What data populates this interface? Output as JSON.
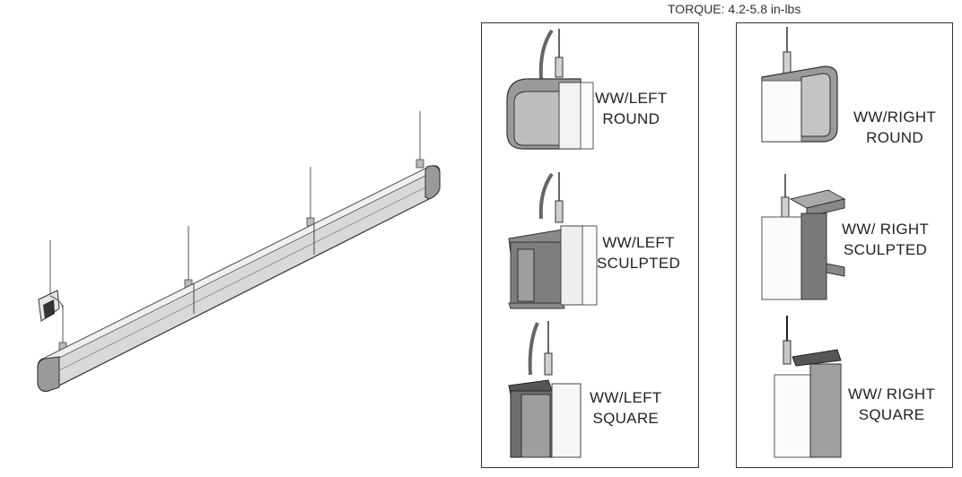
{
  "torque": "TORQUE: 4.2-5.8 in-lbs",
  "left_panel": {
    "items": [
      {
        "line1": "WW/LEFT",
        "line2": "ROUND"
      },
      {
        "line1": "WW/LEFT",
        "line2": "SCULPTED"
      },
      {
        "line1": "WW/LEFT",
        "line2": "SQUARE"
      }
    ]
  },
  "right_panel": {
    "items": [
      {
        "line1": "WW/RIGHT",
        "line2": "ROUND"
      },
      {
        "line1": "WW/ RIGHT",
        "line2": "SCULPTED"
      },
      {
        "line1": "WW/ RIGHT",
        "line2": "SQUARE"
      }
    ]
  }
}
